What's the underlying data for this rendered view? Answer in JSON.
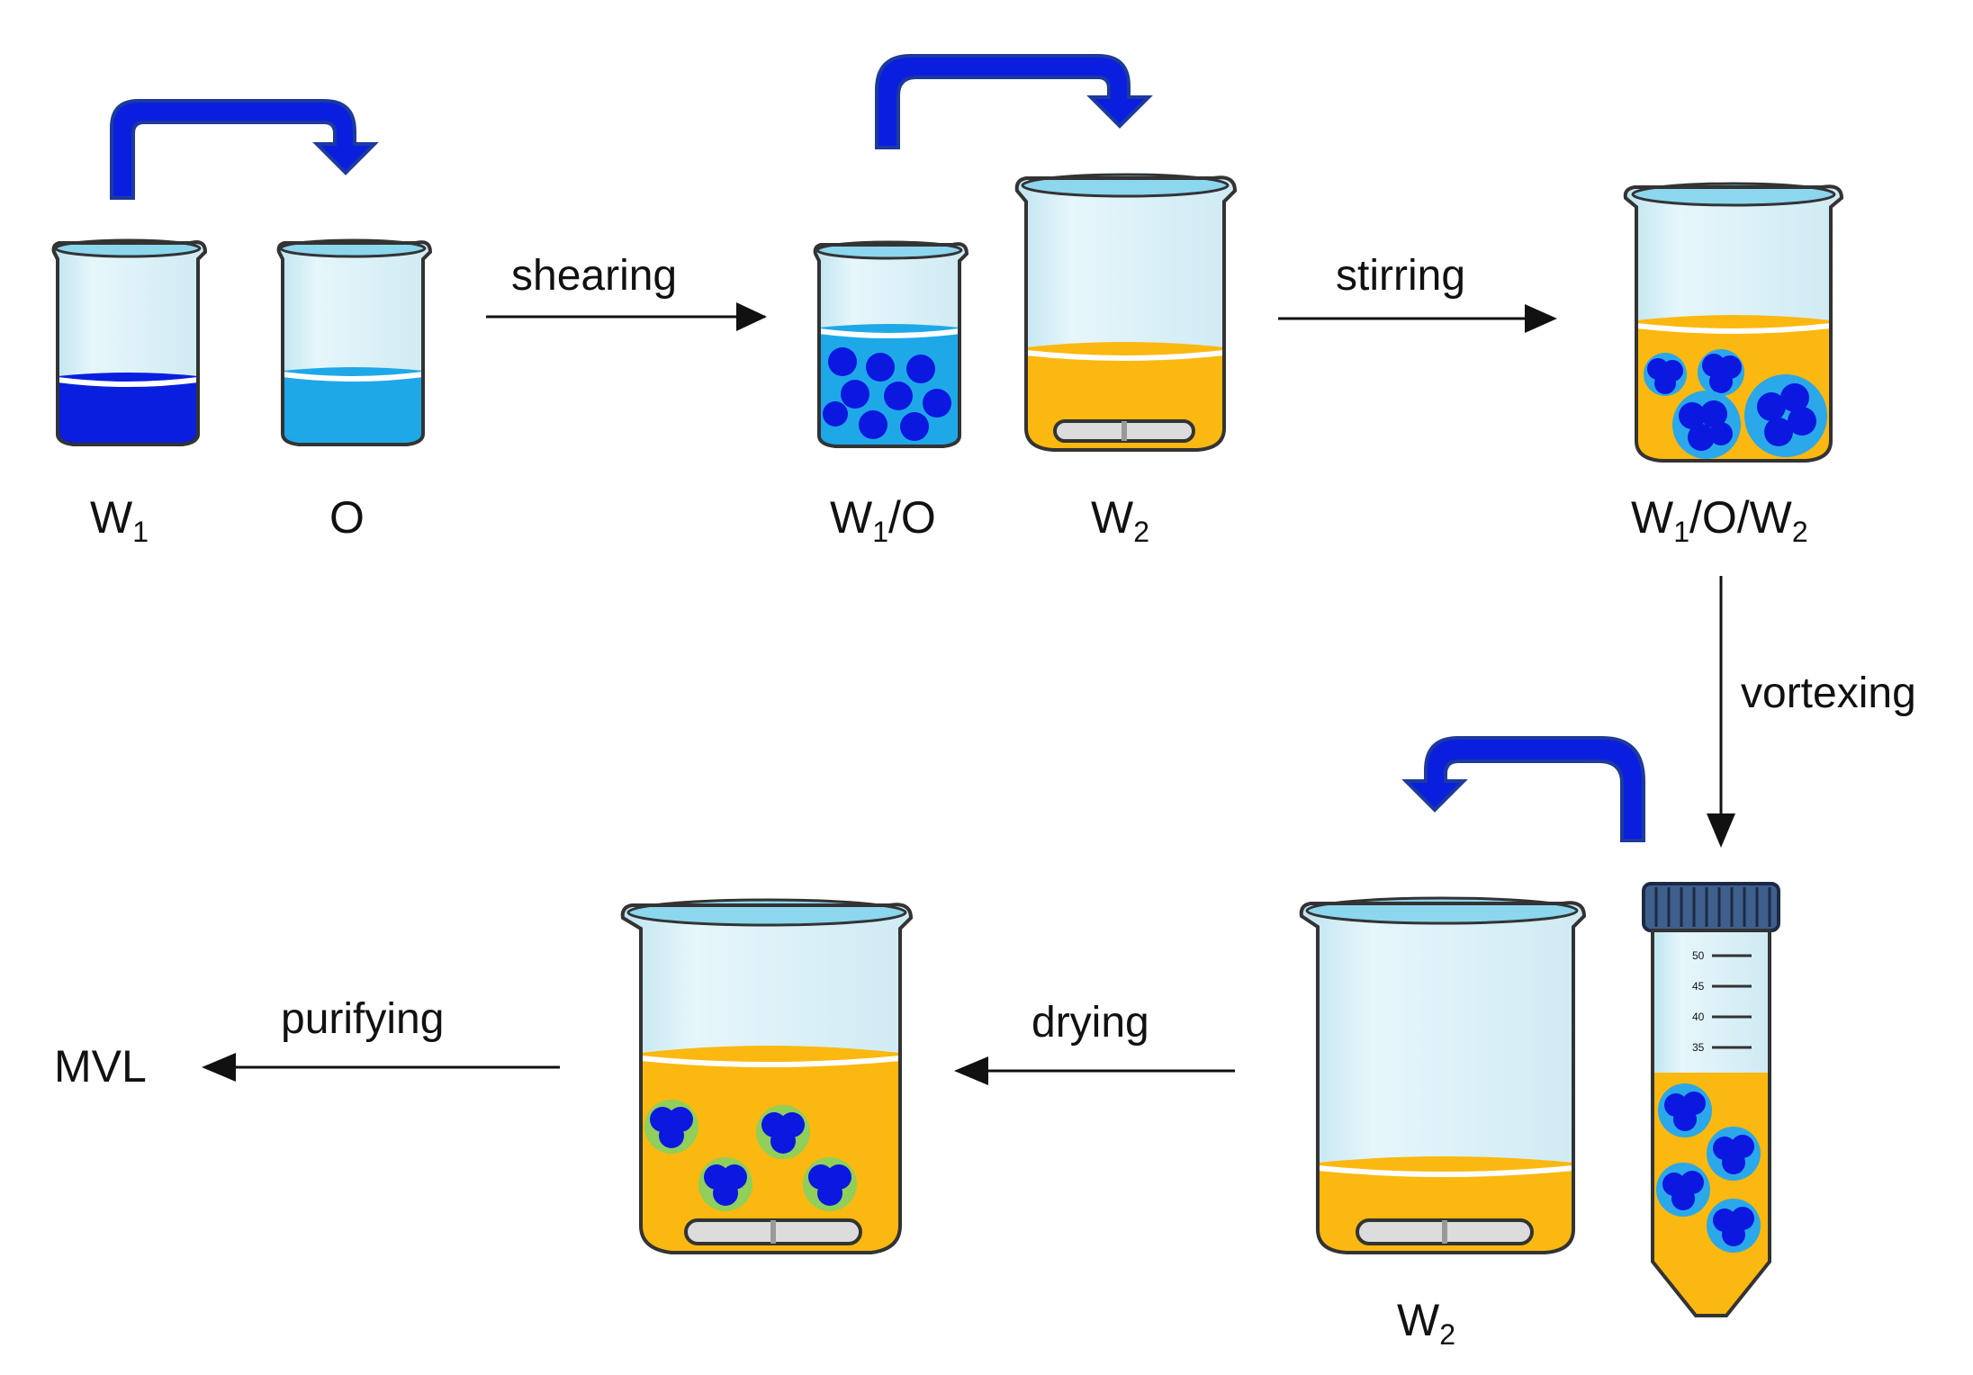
{
  "labels": {
    "w1": {
      "main": "W",
      "sub": "1"
    },
    "o": {
      "main": "O"
    },
    "w1o": {
      "main": "W",
      "sub": "1",
      "rest": "/O"
    },
    "w2_top": {
      "main": "W",
      "sub": "2"
    },
    "w1ow2": {
      "main": "W",
      "sub1": "1",
      "mid": "/O/W",
      "sub2": "2"
    },
    "w2_bottom": {
      "main": "W",
      "sub": "2"
    },
    "mvl": "MVL"
  },
  "steps": {
    "shearing": "shearing",
    "stirring": "stirring",
    "vortexing": "vortexing",
    "drying": "drying",
    "purifying": "purifying"
  },
  "tube_marks": [
    "50",
    "45",
    "40",
    "35"
  ],
  "colors": {
    "w1_liquid": "#0a1ee0",
    "o_liquid": "#1ea8e8",
    "w2_liquid": "#fbb810",
    "droplet": "#0a18e0",
    "droplet_shell": "#2aa8ea",
    "dried_shell": "#8fcf5a",
    "transfer_arrow": "#0a1ee0",
    "transfer_arrow_edge": "#1d3a9c",
    "glass": "#cfeaf3",
    "glass_rim": "#8cd6ee"
  },
  "icons": [
    "beaker-icon",
    "centrifuge-tube-icon",
    "stir-bar-icon",
    "transfer-arrow-icon"
  ]
}
